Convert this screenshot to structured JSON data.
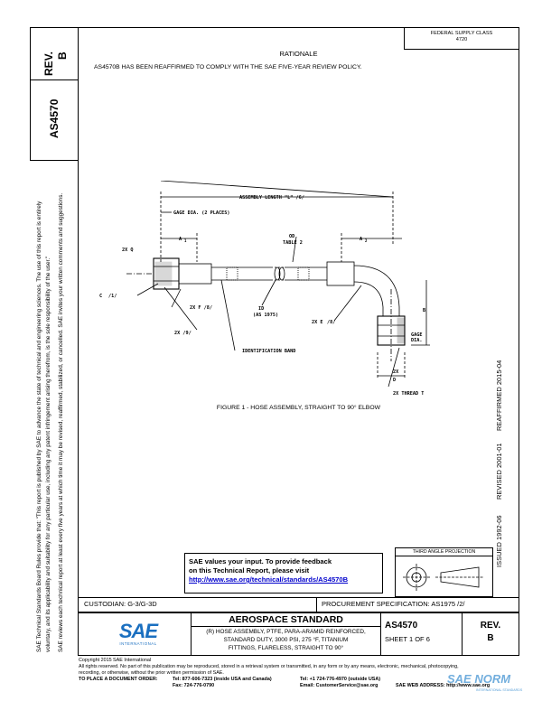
{
  "frame": {
    "rev_label": "REV.",
    "rev_value": "B",
    "doc_number": "AS4570",
    "issued": "ISSUED 1992-06",
    "revised": "REVISED 2001-01",
    "reaffirmed": "REAFFIRMED 2015-04",
    "legal_line1": "SAE Technical Standards Board Rules provide that: \"This report is published by SAE to advance the state of technical and engineering sciences. The use of this report is entirely",
    "legal_line2": "voluntary, and its applicability and suitability for any particular use, including any patent infringement arising therefrom, is the sole responsibility of the user.\"",
    "legal_line3": "SAE reviews each technical report at least every five years at which time it may be revised, reaffirmed, stabilized, or cancelled. SAE invites your written comments and suggestions."
  },
  "header": {
    "supply_class": "FEDERAL SUPPLY CLASS",
    "supply_code": "4720",
    "rationale_title": "RATIONALE",
    "rationale_text": "AS4570B HAS BEEN REAFFIRMED TO COMPLY WITH THE SAE FIVE-YEAR REVIEW POLICY."
  },
  "figure": {
    "caption": "FIGURE 1 - HOSE ASSEMBLY, STRAIGHT TO 90° ELBOW",
    "labels": {
      "assembly_length": "ASSEMBLY LENGTH \"L\" /6/",
      "gage_dia": "GAGE DIA. (2 PLACES)",
      "a1": "A",
      "a1_sub": "1",
      "a2": "A",
      "a2_sub": "2",
      "od": "OD",
      "table2": "TABLE 2",
      "two_x_q": "2X Q",
      "c": "C",
      "c_suffix": "/1/",
      "two_x_f": "2X F  /8/",
      "two_x_9": "2X /9/",
      "id": "ID",
      "as1975": "(AS 1975)",
      "two_x_e": "2X E",
      "two_x_e_suffix": "/8/",
      "b": "B",
      "gage_dia_2": "GAGE",
      "gage_dia_3": "DIA.",
      "ident_band": "IDENTIFICATION BAND",
      "two_x_thread": "2X THREAD T",
      "two_x_bottom": "2X",
      "d": "D"
    }
  },
  "feedback": {
    "line1": "SAE values your input. To provide feedback",
    "line2": "on this Technical Report, please visit",
    "link": "http://www.sae.org/technical/standards/AS4570B"
  },
  "projection": {
    "title": "THIRD ANGLE PROJECTION"
  },
  "title_block": {
    "custodian": "CUSTODIAN: G-3/G-3D",
    "procurement": "PROCUREMENT SPECIFICATION: AS1975 /2/",
    "logo_text": "SAE",
    "logo_sub": "INTERNATIONAL",
    "standard": "AEROSPACE STANDARD",
    "desc1": "(R) HOSE ASSEMBLY, PTFE, PARA-ARAMID REINFORCED,",
    "desc2": "STANDARD DUTY, 3000 PSI, 275 °F, TITANIUM",
    "desc3": "FITTINGS, FLARELESS, STRAIGHT TO 90°",
    "number": "AS4570",
    "sheet": "SHEET 1 OF 6",
    "rev_label": "REV.",
    "rev_value": "B"
  },
  "footer": {
    "copyright": "Copyright 2015 SAE International",
    "rights1": "All rights reserved. No part of this publication may be reproduced, stored in a retrieval system or transmitted, in any form or by any means, electronic, mechanical, photocopying,",
    "rights2": "recording, or otherwise, without the prior written permission of SAE.",
    "order_label": "TO PLACE A DOCUMENT ORDER:",
    "tel1": "Tel:  877-606-7323 (inside USA and Canada)",
    "fax": "Fax:  724-776-0790",
    "tel2": "Tel:  +1 724-776-4970 (outside USA)",
    "email": "Email:  CustomerService@sae.org",
    "web": "SAE WEB ADDRESS:  http://www.sae.org",
    "watermark": "SAE NORM",
    "watermark_sub": "INTERNATIONAL STANDARDS"
  }
}
